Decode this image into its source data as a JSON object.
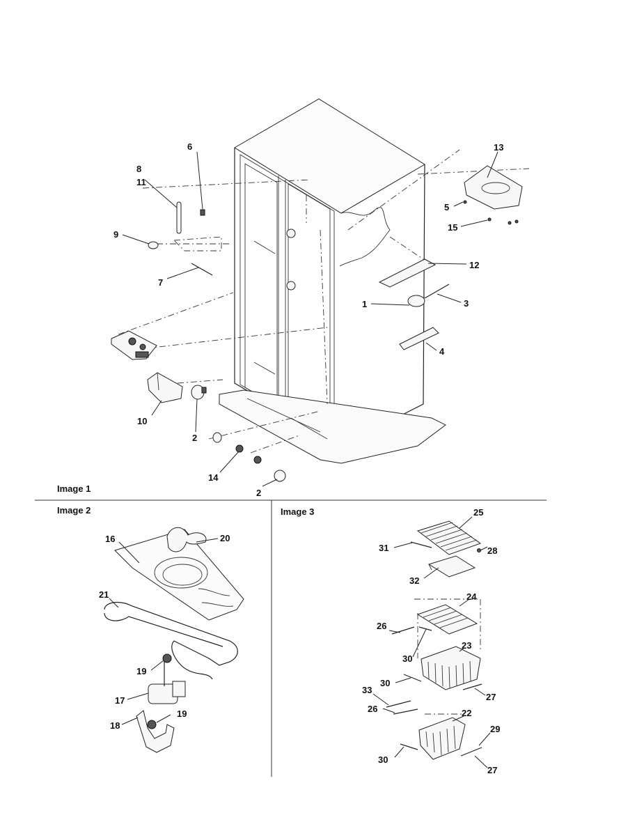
{
  "panels": {
    "image1": "Image 1",
    "image2": "Image 2",
    "image3": "Image 3"
  },
  "callouts": {
    "c1": "1",
    "c2a": "2",
    "c2b": "2",
    "c3": "3",
    "c4": "4",
    "c5": "5",
    "c6": "6",
    "c7": "7",
    "c8": "8",
    "c9": "9",
    "c10": "10",
    "c11": "11",
    "c12": "12",
    "c13": "13",
    "c14": "14",
    "c15": "15",
    "c16": "16",
    "c17": "17",
    "c18": "18",
    "c19a": "19",
    "c19b": "19",
    "c20": "20",
    "c21": "21",
    "c22": "22",
    "c23": "23",
    "c24": "24",
    "c25": "25",
    "c26a": "26",
    "c26b": "26",
    "c27a": "27",
    "c27b": "27",
    "c28": "28",
    "c29": "29",
    "c30a": "30",
    "c30b": "30",
    "c30c": "30",
    "c31": "31",
    "c32": "32",
    "c33": "33"
  }
}
